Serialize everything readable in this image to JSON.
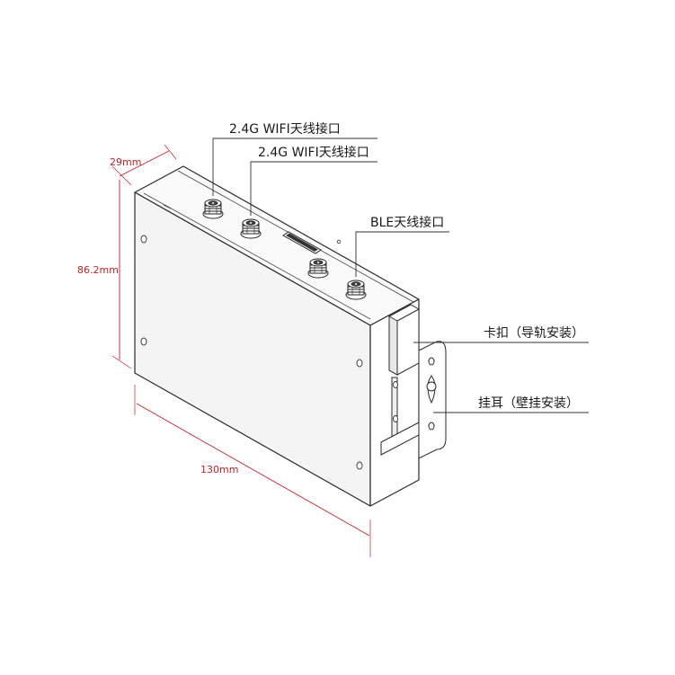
{
  "labels": {
    "wifi_antenna_1": "2.4G WIFI天线接口",
    "wifi_antenna_2": "2.4G WIFI天线接口",
    "ble_antenna": "BLE天线接口",
    "rail_clip": "卡扣（导轨安装）",
    "wall_ear": "挂耳（壁挂安装）"
  },
  "dimensions": {
    "depth": "29mm",
    "height": "86.2mm",
    "length": "130mm"
  },
  "colors": {
    "dimension": "#c4202b",
    "outline": "#2a2a2a",
    "leader": "#333333",
    "face_side": "#f4f4f4",
    "face_top": "#fafafa"
  }
}
